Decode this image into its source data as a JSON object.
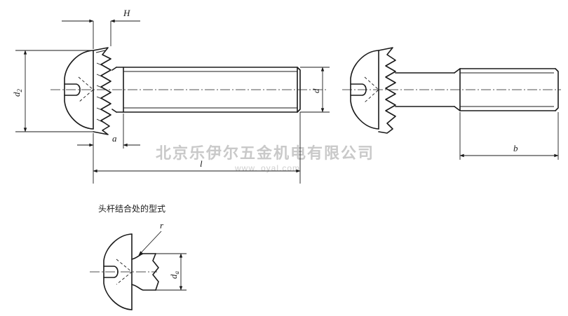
{
  "labels": {
    "H": "H",
    "d2": "d",
    "d2_sub": "2",
    "d": "d",
    "a": "a",
    "l": "l",
    "b": "b",
    "r": "r",
    "da": "d",
    "da_sub": "a"
  },
  "caption": "头杆结合处的型式",
  "watermark": {
    "company": "北京乐伊尔五金机电有限公司",
    "url": "www.      oyal.com"
  }
}
